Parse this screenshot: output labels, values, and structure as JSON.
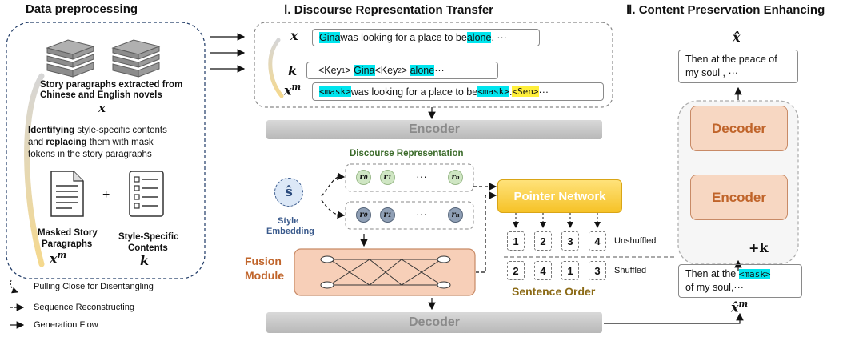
{
  "titles": {
    "data_pre": "Data preprocessing",
    "transfer": "Ⅰ. Discourse Representation Transfer",
    "content": "Ⅱ. Content Preservation Enhancing"
  },
  "left": {
    "story_line1": "Story paragraphs extracted from",
    "story_line2": "Chinese and English novels",
    "story_var": "x",
    "ident_1a": "Identifying",
    "ident_1b": " style-specific contents",
    "ident_2a": "and ",
    "ident_2b": "replacing",
    "ident_2c": " them with mask",
    "ident_3": "tokens in the story paragraphs",
    "plus": "+",
    "masked_1": "Masked Story",
    "masked_2": "Paragraphs",
    "masked_var": "x",
    "masked_sup": "m",
    "style_1": "Style-Specific",
    "style_2": "Contents",
    "style_var": "k"
  },
  "legend": {
    "pull": "Pulling Close for Disentangling",
    "seq": "Sequence Reconstructing",
    "gen": "Generation Flow"
  },
  "inputs": {
    "x_label": "x",
    "k_label": "k",
    "xm_label": "x",
    "xm_sup": "m",
    "x_w1": "Gina",
    "x_w2": " was looking for a place to be ",
    "x_w3": "alone",
    "x_w4": ". ···",
    "k_w1": "<Key",
    "k_sub1": "1",
    "k_w2": "> ",
    "k_w3": "Gina",
    "k_w4": "  <Key",
    "k_sub2": "2",
    "k_w5": "> ",
    "k_w6": "alone",
    "k_w7": "  ···",
    "m_w1": "<mask>",
    "m_w2": " was looking for a place to be ",
    "m_w3": "<mask>",
    "m_w4": " . ",
    "m_w5": "<Sen>",
    "m_w6": " ···"
  },
  "center": {
    "encoder": "Encoder",
    "decoder": "Decoder",
    "disc_rep": "Discourse Representation",
    "r0": "r",
    "r0_sub": "0",
    "r1": "r",
    "r1_sub": "1",
    "rn": "r",
    "rn_sub": "n",
    "dots": "···",
    "s_hat": "ŝ",
    "style_emb_1": "Style",
    "style_emb_2": "Embedding",
    "fusion_1": "Fusion",
    "fusion_2": "Module",
    "pointer": "Pointer Network",
    "unshuffled": [
      1,
      2,
      3,
      4
    ],
    "shuffled": [
      2,
      4,
      1,
      3
    ],
    "unshuffled_label": "Unshuffled",
    "shuffled_label": "Shuffled",
    "sentence_order": "Sentence Order"
  },
  "right": {
    "xhat": "x̂",
    "out_line1": "Then at the peace of",
    "out_line2": "my soul , ···",
    "decoder": "Decoder",
    "encoder": "Encoder",
    "plus_k": "+k",
    "in_line1a": "Then at the ",
    "in_mask": "<mask>",
    "in_line2": "of my soul,···",
    "xhat_m": "x̂",
    "xhat_m_sup": "m"
  },
  "colors": {
    "cyan": "#00e5ee",
    "yellow": "#ffef3a",
    "orange_text": "#c0642a",
    "gold": "#8b6a16",
    "green_text": "#3b6b2a",
    "blue_text": "#3a5a8c"
  }
}
